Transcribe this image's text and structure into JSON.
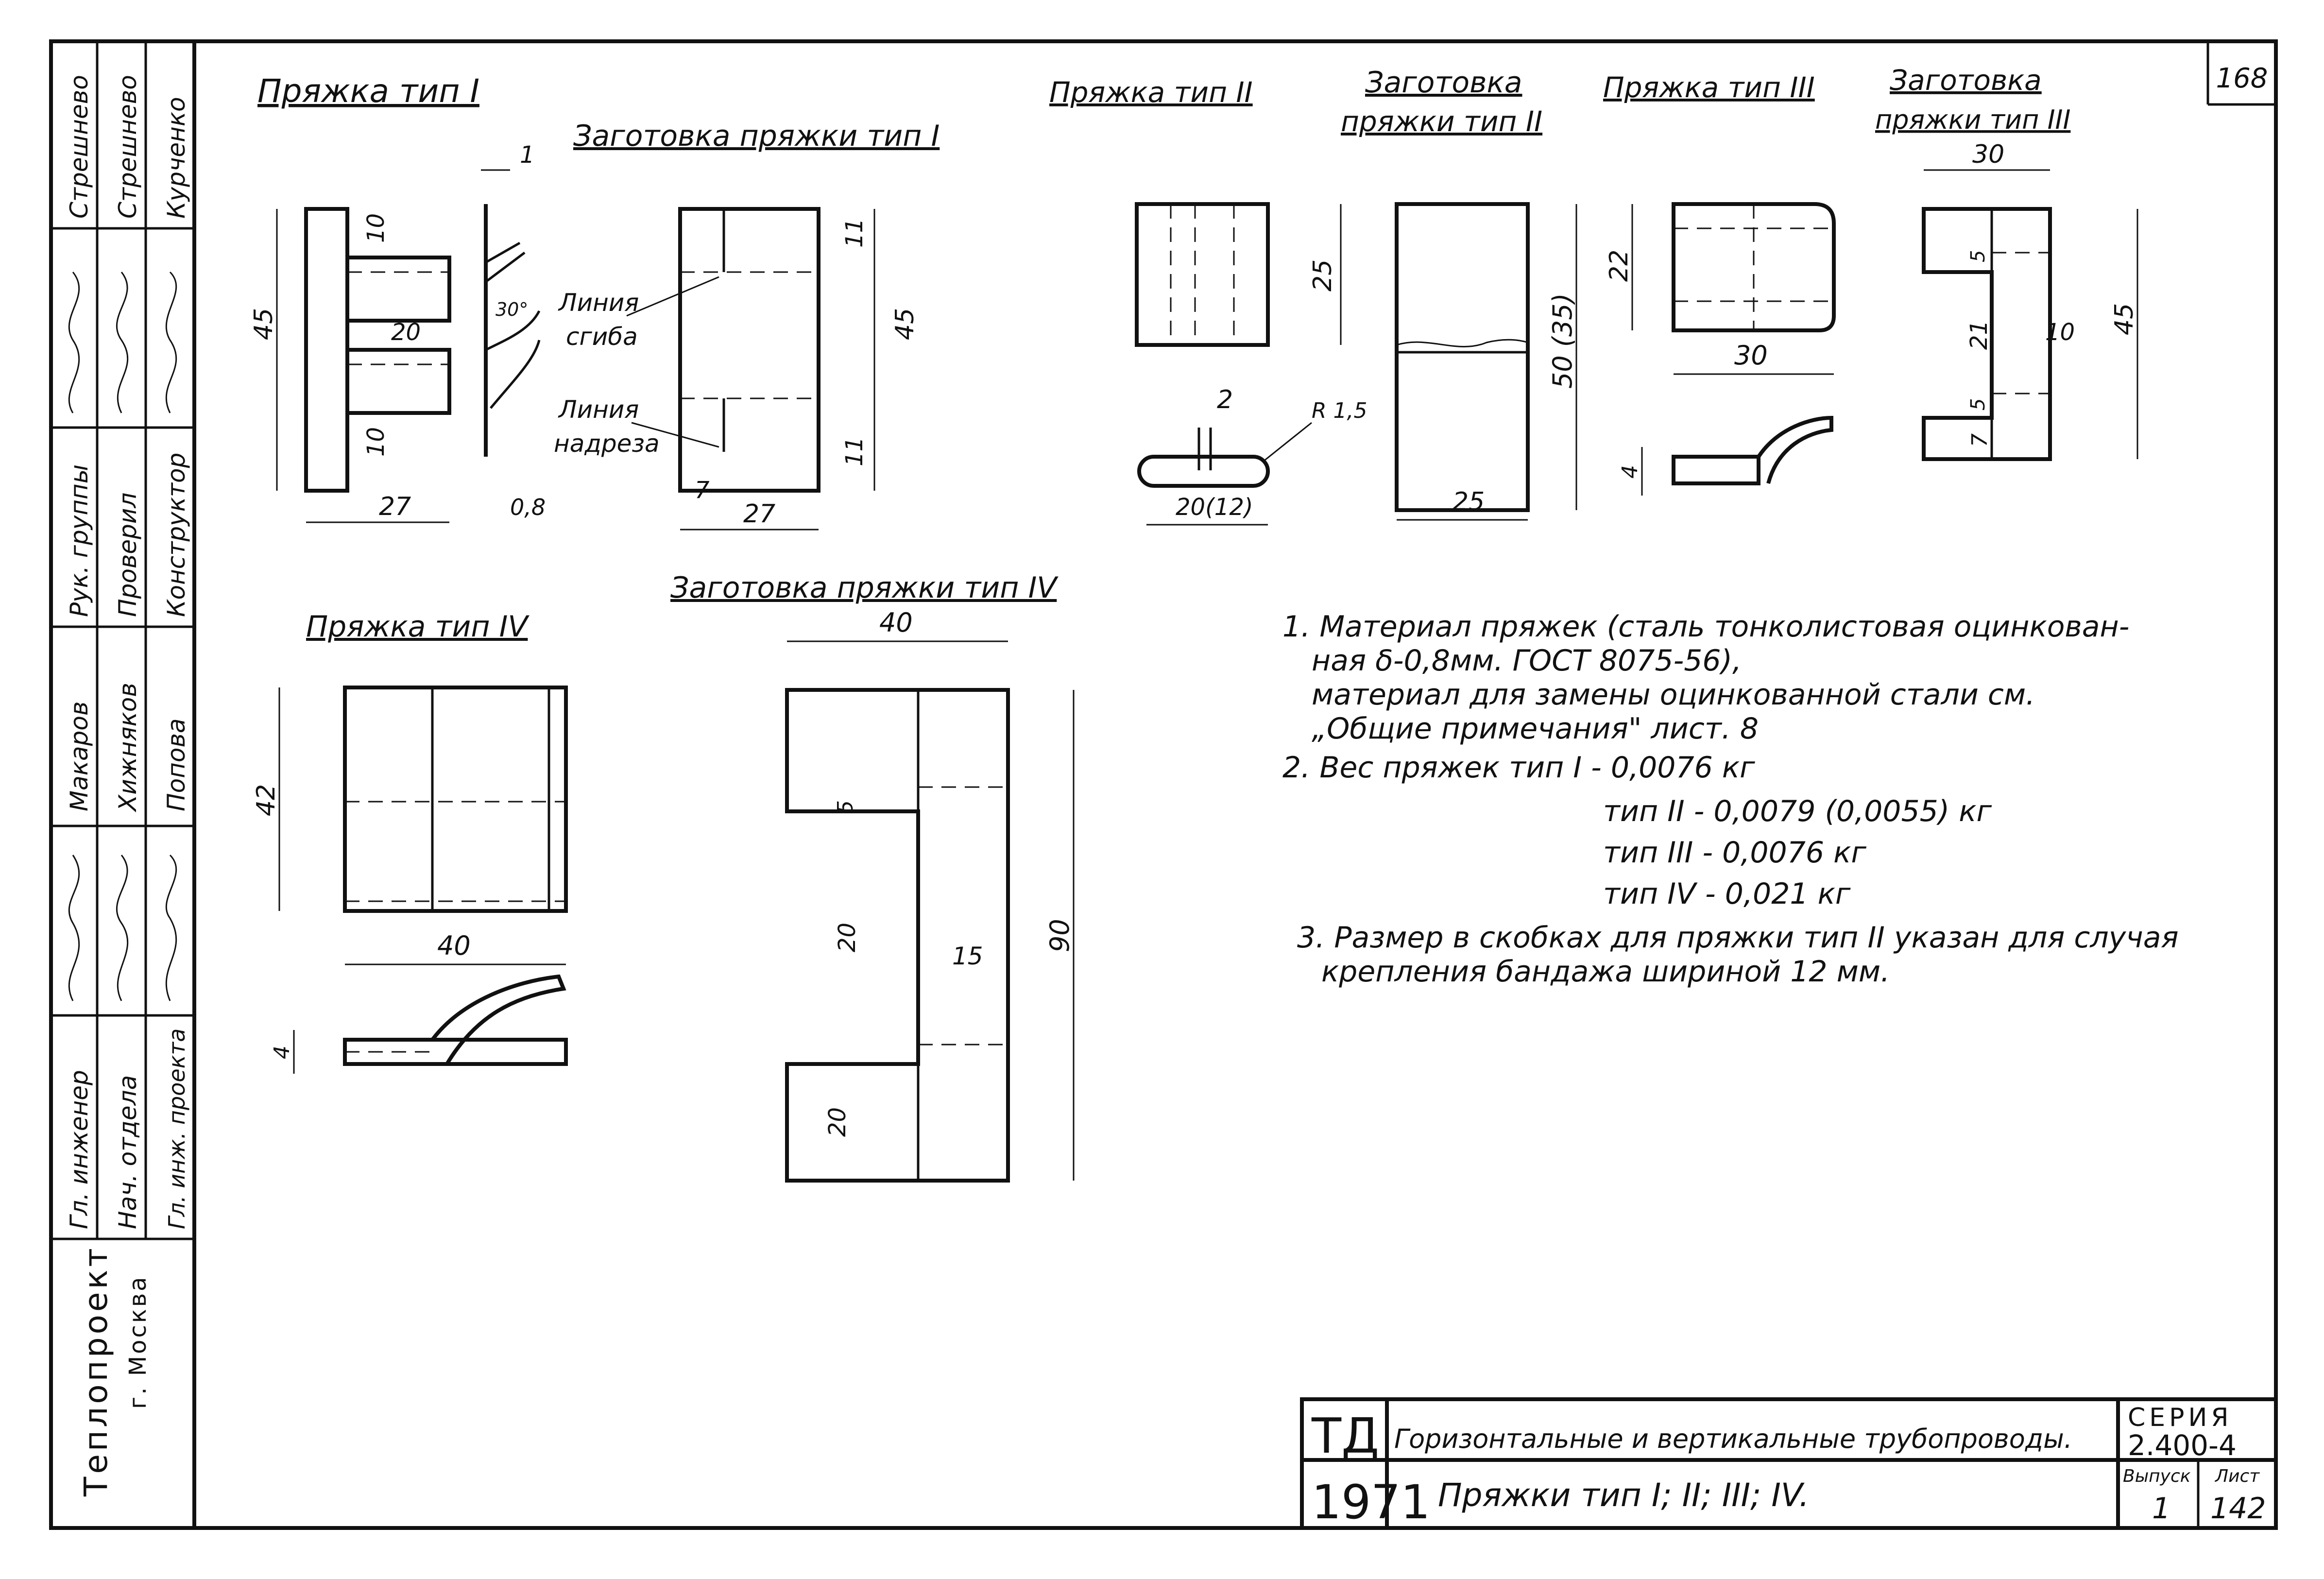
{
  "sheet": {
    "page_number": "168",
    "organization": "Теплопроект",
    "city": "г. Москва"
  },
  "stamp_table": {
    "rows": [
      {
        "role": "Гл. инженер",
        "signature": "[подпись]",
        "name": "Стрешнево"
      },
      {
        "role": "Нач. отдела",
        "signature": "[подпись]",
        "name": "Стрешнево"
      },
      {
        "role": "Гл. инж. проекта",
        "signature": "[подпись]",
        "name": "Курченко"
      },
      {
        "role": "Рук. группы",
        "signature": "[подпись]",
        "name": "Макаров"
      },
      {
        "role": "Проверил",
        "signature": "[подпись]",
        "name": "Хижняков"
      },
      {
        "role": "Конструктор",
        "signature": "[подпись]",
        "name": "Попова"
      }
    ]
  },
  "views": {
    "type1": {
      "title": "Пряжка тип I",
      "dims": {
        "height": "45",
        "top": "10",
        "mid": "20",
        "bottom": "10",
        "width": "27",
        "thickness_top": "1",
        "thickness_bottom": "0,8",
        "angle": "30°"
      }
    },
    "blank1": {
      "title": "Заготовка пряжки тип I",
      "label_bend": "Линия\nсгиба",
      "label_bend_l1": "Линия",
      "label_bend_l2": "сгиба",
      "label_notch_l1": "Линия",
      "label_notch_l2": "надреза",
      "dims": {
        "height": "45",
        "top": "11",
        "bottom": "11",
        "width": "27",
        "offset": "7"
      }
    },
    "type2": {
      "title": "Пряжка тип II",
      "dims": {
        "height": "25",
        "gap": "2",
        "radius": "R 1,5",
        "width": "20(12)"
      }
    },
    "blank2": {
      "title_l1": "Заготовка",
      "title_l2": "пряжки тип II",
      "dims": {
        "height": "50 (35)",
        "width": "25"
      }
    },
    "type3": {
      "title": "Пряжка тип III",
      "dims": {
        "height": "22",
        "width": "30",
        "thick": "4"
      }
    },
    "blank3": {
      "title_l1": "Заготовка",
      "title_l2": "пряжки тип III",
      "dims": {
        "width": "30",
        "height": "45",
        "a": "5",
        "b": "21",
        "c": "5",
        "d": "7",
        "slot": "10"
      }
    },
    "type4": {
      "title": "Пряжка тип IV",
      "dims": {
        "height": "42",
        "width": "40",
        "thick": "4"
      }
    },
    "blank4": {
      "title": "Заготовка пряжки тип IV",
      "dims": {
        "width": "40",
        "height": "90",
        "a": "5",
        "b": "20",
        "slot": "15",
        "c": "20"
      }
    }
  },
  "notes": [
    "1. Материал пряжек (сталь тонколистовая оцинкован-",
    "ная δ-0,8мм. ГОСТ 8075-56),",
    "материал для замены оцинкованной стали см.",
    "„Общие примечания\" лист. 8",
    "2. Вес пряжек тип I - 0,0076 кг",
    "тип II - 0,0079 (0,0055) кг",
    "тип III - 0,0076 кг",
    "тип IV - 0,021 кг",
    "3. Размер в скобках для пряжки тип II указан для случая",
    "крепления бандажа шириной 12 мм."
  ],
  "title_block": {
    "code": "ТД",
    "year": "1971",
    "title1": "Горизонтальные и вертикальные трубопроводы.",
    "title2": "Пряжки тип I; II; III; IV.",
    "series_label": "СЕРИЯ",
    "series": "2.400-4",
    "issue_label": "Выпуск",
    "issue": "1",
    "sheet_label": "Лист",
    "sheet": "142"
  }
}
